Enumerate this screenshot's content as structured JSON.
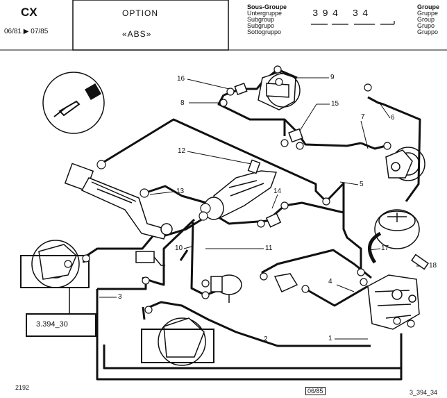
{
  "header": {
    "model": "CX",
    "dates": "06/81 ▶ 07/85",
    "option_title": "OPTION",
    "option_name": "«ABS»",
    "subgroup_labels": [
      "Sous-Groupe",
      "Untergruppe",
      "Subgroup",
      "Subgrupo",
      "Sottogruppo"
    ],
    "subgroup_code": "394 34",
    "group_labels": [
      "Groupe",
      "Gruppe",
      "Group",
      "Grupo",
      "Gruppo"
    ]
  },
  "diagram": {
    "callouts": [
      "16",
      "9",
      "8",
      "15",
      "7",
      "6",
      "12",
      "13",
      "5",
      "14",
      "10",
      "11",
      "17",
      "18",
      "3",
      "4",
      "2",
      "1"
    ],
    "reference_box": "3.394_30"
  },
  "footer": {
    "left_code": "2192",
    "date_box": "06/85",
    "right_code": "3_394_34"
  }
}
